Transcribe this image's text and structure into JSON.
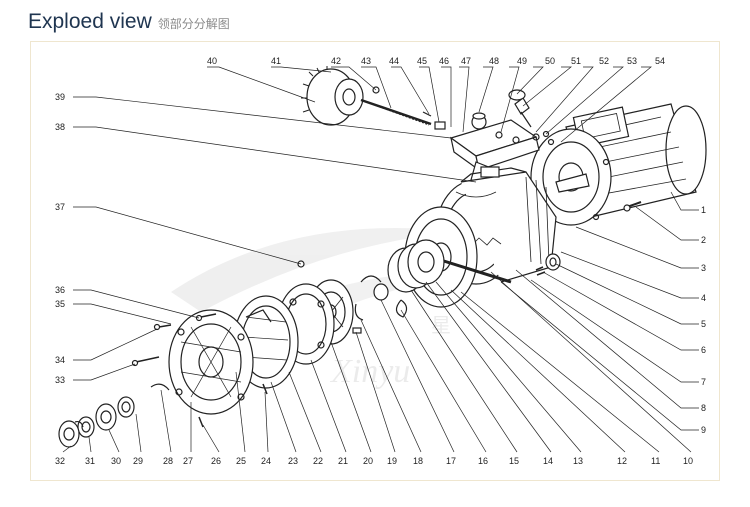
{
  "header": {
    "title": "Exploed view",
    "subtitle": "领部分分解图"
  },
  "watermark": {
    "text": "Xinyu",
    "cn": "星"
  },
  "callouts": [
    "1",
    "2",
    "3",
    "4",
    "5",
    "6",
    "7",
    "8",
    "9",
    "10",
    "11",
    "12",
    "13",
    "14",
    "15",
    "16",
    "17",
    "18",
    "19",
    "20",
    "21",
    "22",
    "23",
    "24",
    "25",
    "26",
    "27",
    "28",
    "29",
    "30",
    "31",
    "32",
    "33",
    "34",
    "35",
    "36",
    "37",
    "38",
    "39",
    "40",
    "41",
    "42",
    "43",
    "44",
    "45",
    "46",
    "47",
    "48",
    "49",
    "50",
    "51",
    "52",
    "53",
    "54"
  ],
  "colors": {
    "title": "#1f3550",
    "subtitle": "#8a8a8a",
    "line": "#222222",
    "frame": "#efe6cf",
    "watermark": "#d9d9d9"
  }
}
